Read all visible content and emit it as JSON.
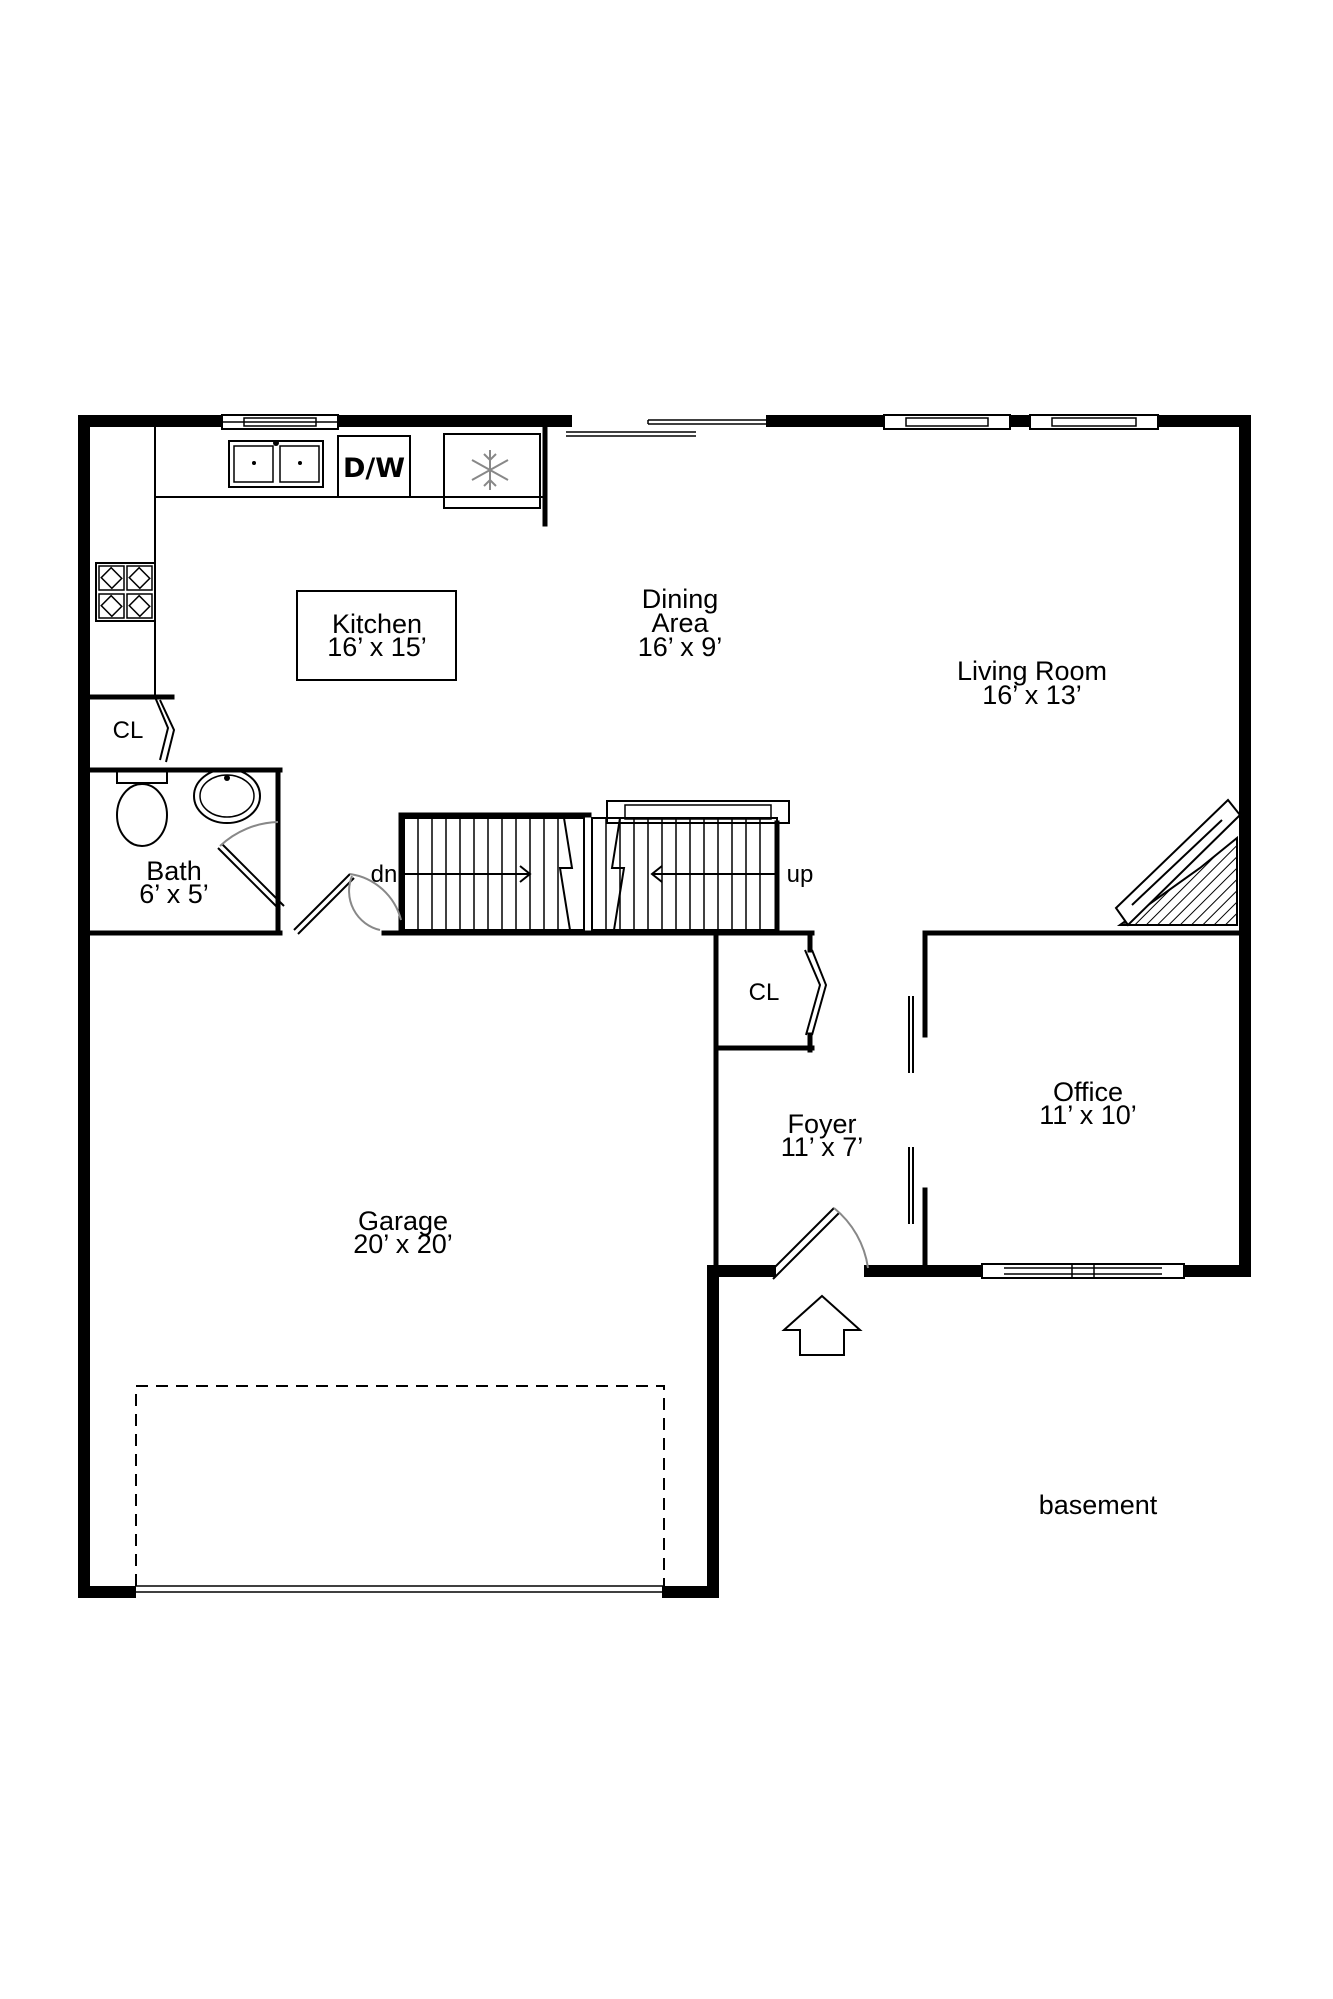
{
  "rooms": {
    "kitchen": {
      "name": "Kitchen",
      "dims": "16’ x 15’"
    },
    "dining": {
      "name_line1": "Dining",
      "name_line2": "Area",
      "dims": "16’ x 9’"
    },
    "living": {
      "name": "Living Room",
      "dims": "16’ x 13’"
    },
    "bath": {
      "name": "Bath",
      "dims": "6’ x 5’"
    },
    "garage": {
      "name": "Garage",
      "dims": "20’ x 20’"
    },
    "foyer": {
      "name": "Foyer",
      "dims": "11’ x 7’"
    },
    "office": {
      "name": "Office",
      "dims": "11’ x 10’"
    }
  },
  "labels": {
    "closet_bath": "CL",
    "closet_foyer": "CL",
    "dishwasher": "D/W",
    "stairs_down": "dn",
    "stairs_up": "up",
    "basement": "basement"
  }
}
